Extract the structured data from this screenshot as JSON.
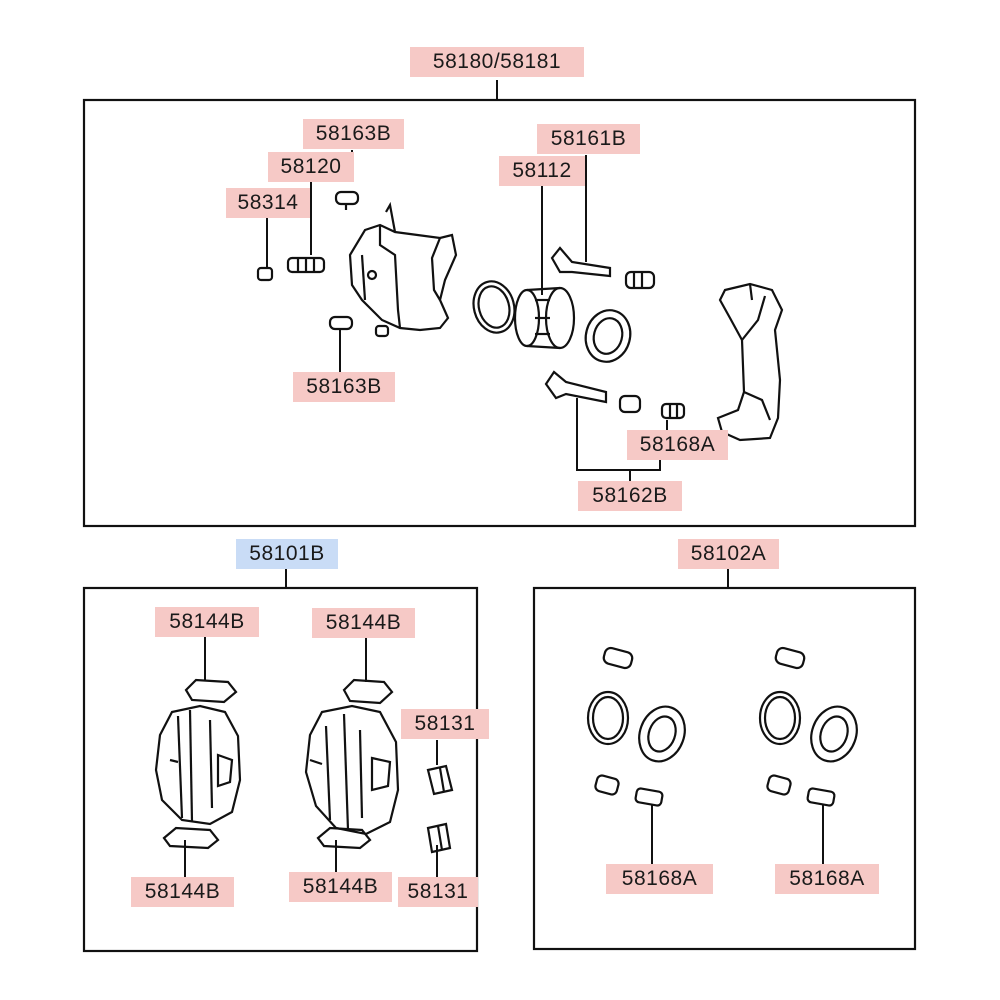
{
  "colors": {
    "label_highlight": "#f6c9c6",
    "label_highlight_selected": "#c9dcf6",
    "line": "#111111"
  },
  "assemblies": {
    "caliper_assembly": {
      "label": "58180/58181",
      "parts": {
        "retaining_bolt_top": "58163B",
        "sleeve": "58120",
        "bleeder_cap": "58314",
        "retaining_bolt_bottom": "58163B",
        "piston": "58112",
        "guide_pin_top": "58161B",
        "guide_pin_bottom": "58162B",
        "boot": "58168A"
      }
    },
    "pad_kit": {
      "label": "58101B",
      "parts": {
        "shim_top_left": "58144B",
        "shim_top_right": "58144B",
        "clip_upper": "58131",
        "shim_bottom_left": "58144B",
        "shim_bottom_right": "58144B",
        "clip_lower": "58131"
      }
    },
    "seal_kit": {
      "label": "58102A",
      "parts": {
        "boot_left": "58168A",
        "boot_right": "58168A"
      }
    }
  }
}
